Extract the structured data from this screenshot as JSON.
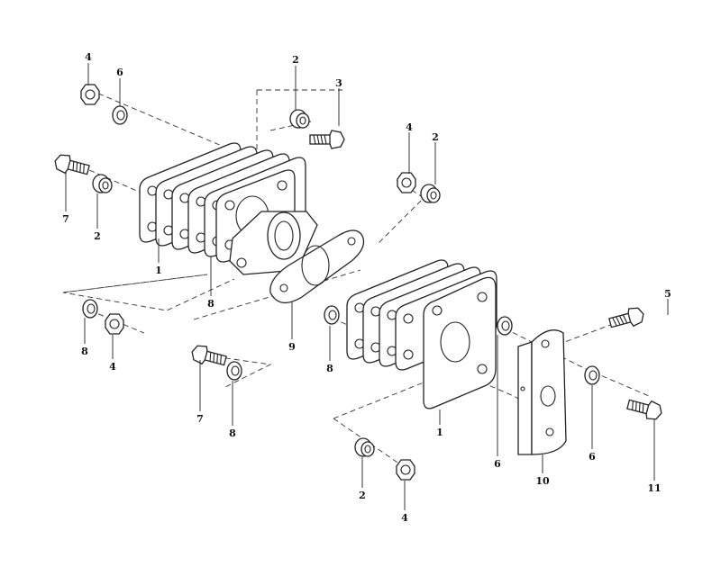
{
  "diagram": {
    "type": "exploded parts diagram",
    "callouts": [
      "4",
      "6",
      "2",
      "3",
      "4",
      "2",
      "7",
      "2",
      "1",
      "8",
      "5",
      "8",
      "4",
      "9",
      "8",
      "7",
      "8",
      "1",
      "6",
      "6",
      "10",
      "11",
      "2",
      "4"
    ]
  }
}
